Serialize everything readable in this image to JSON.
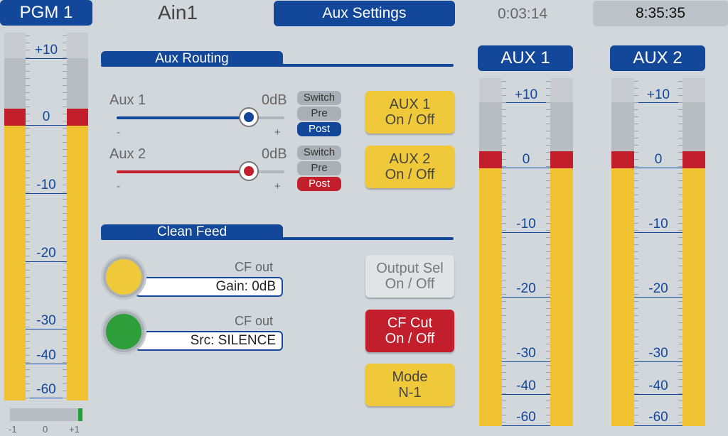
{
  "header": {
    "pgm_label": "PGM 1",
    "channel_name": "Ain1",
    "aux_settings_label": "Aux Settings",
    "elapsed_time": "0:03:14",
    "clock_time": "8:35:35"
  },
  "meter_scale": [
    "+10",
    "0",
    "-10",
    "-20",
    "-30",
    "-40",
    "-60"
  ],
  "aux_routing": {
    "title": "Aux Routing",
    "plus": "+",
    "minus": "-",
    "rows": [
      {
        "label": "Aux 1",
        "value": "0dB",
        "switch": "Switch",
        "pre": "Pre",
        "post": "Post",
        "level": 0.73,
        "color": "#12479a",
        "button_line1": "AUX 1",
        "button_line2": "On / Off"
      },
      {
        "label": "Aux 2",
        "value": "0dB",
        "switch": "Switch",
        "pre": "Pre",
        "post": "Post",
        "level": 0.73,
        "color": "#c21e2c",
        "button_line1": "AUX 2",
        "button_line2": "On / Off"
      }
    ]
  },
  "clean_feed": {
    "title": "Clean Feed",
    "gain": {
      "label": "CF out",
      "value": "Gain: 0dB",
      "knob_color": "#f0c93a"
    },
    "source": {
      "label": "CF out",
      "value": "Src: SILENCE",
      "knob_color": "#2e9e3a"
    },
    "output_sel": {
      "line1": "Output Sel",
      "line2": "On / Off"
    },
    "cf_cut": {
      "line1": "CF Cut",
      "line2": "On / Off"
    },
    "mode": {
      "line1": "Mode",
      "line2": "N-1"
    }
  },
  "aux1_meter": {
    "title": "AUX 1"
  },
  "aux2_meter": {
    "title": "AUX 2"
  },
  "balance": {
    "left": "-1",
    "center": "0",
    "right": "+1",
    "value": 1.0,
    "indicator_color": "#22a03a"
  }
}
